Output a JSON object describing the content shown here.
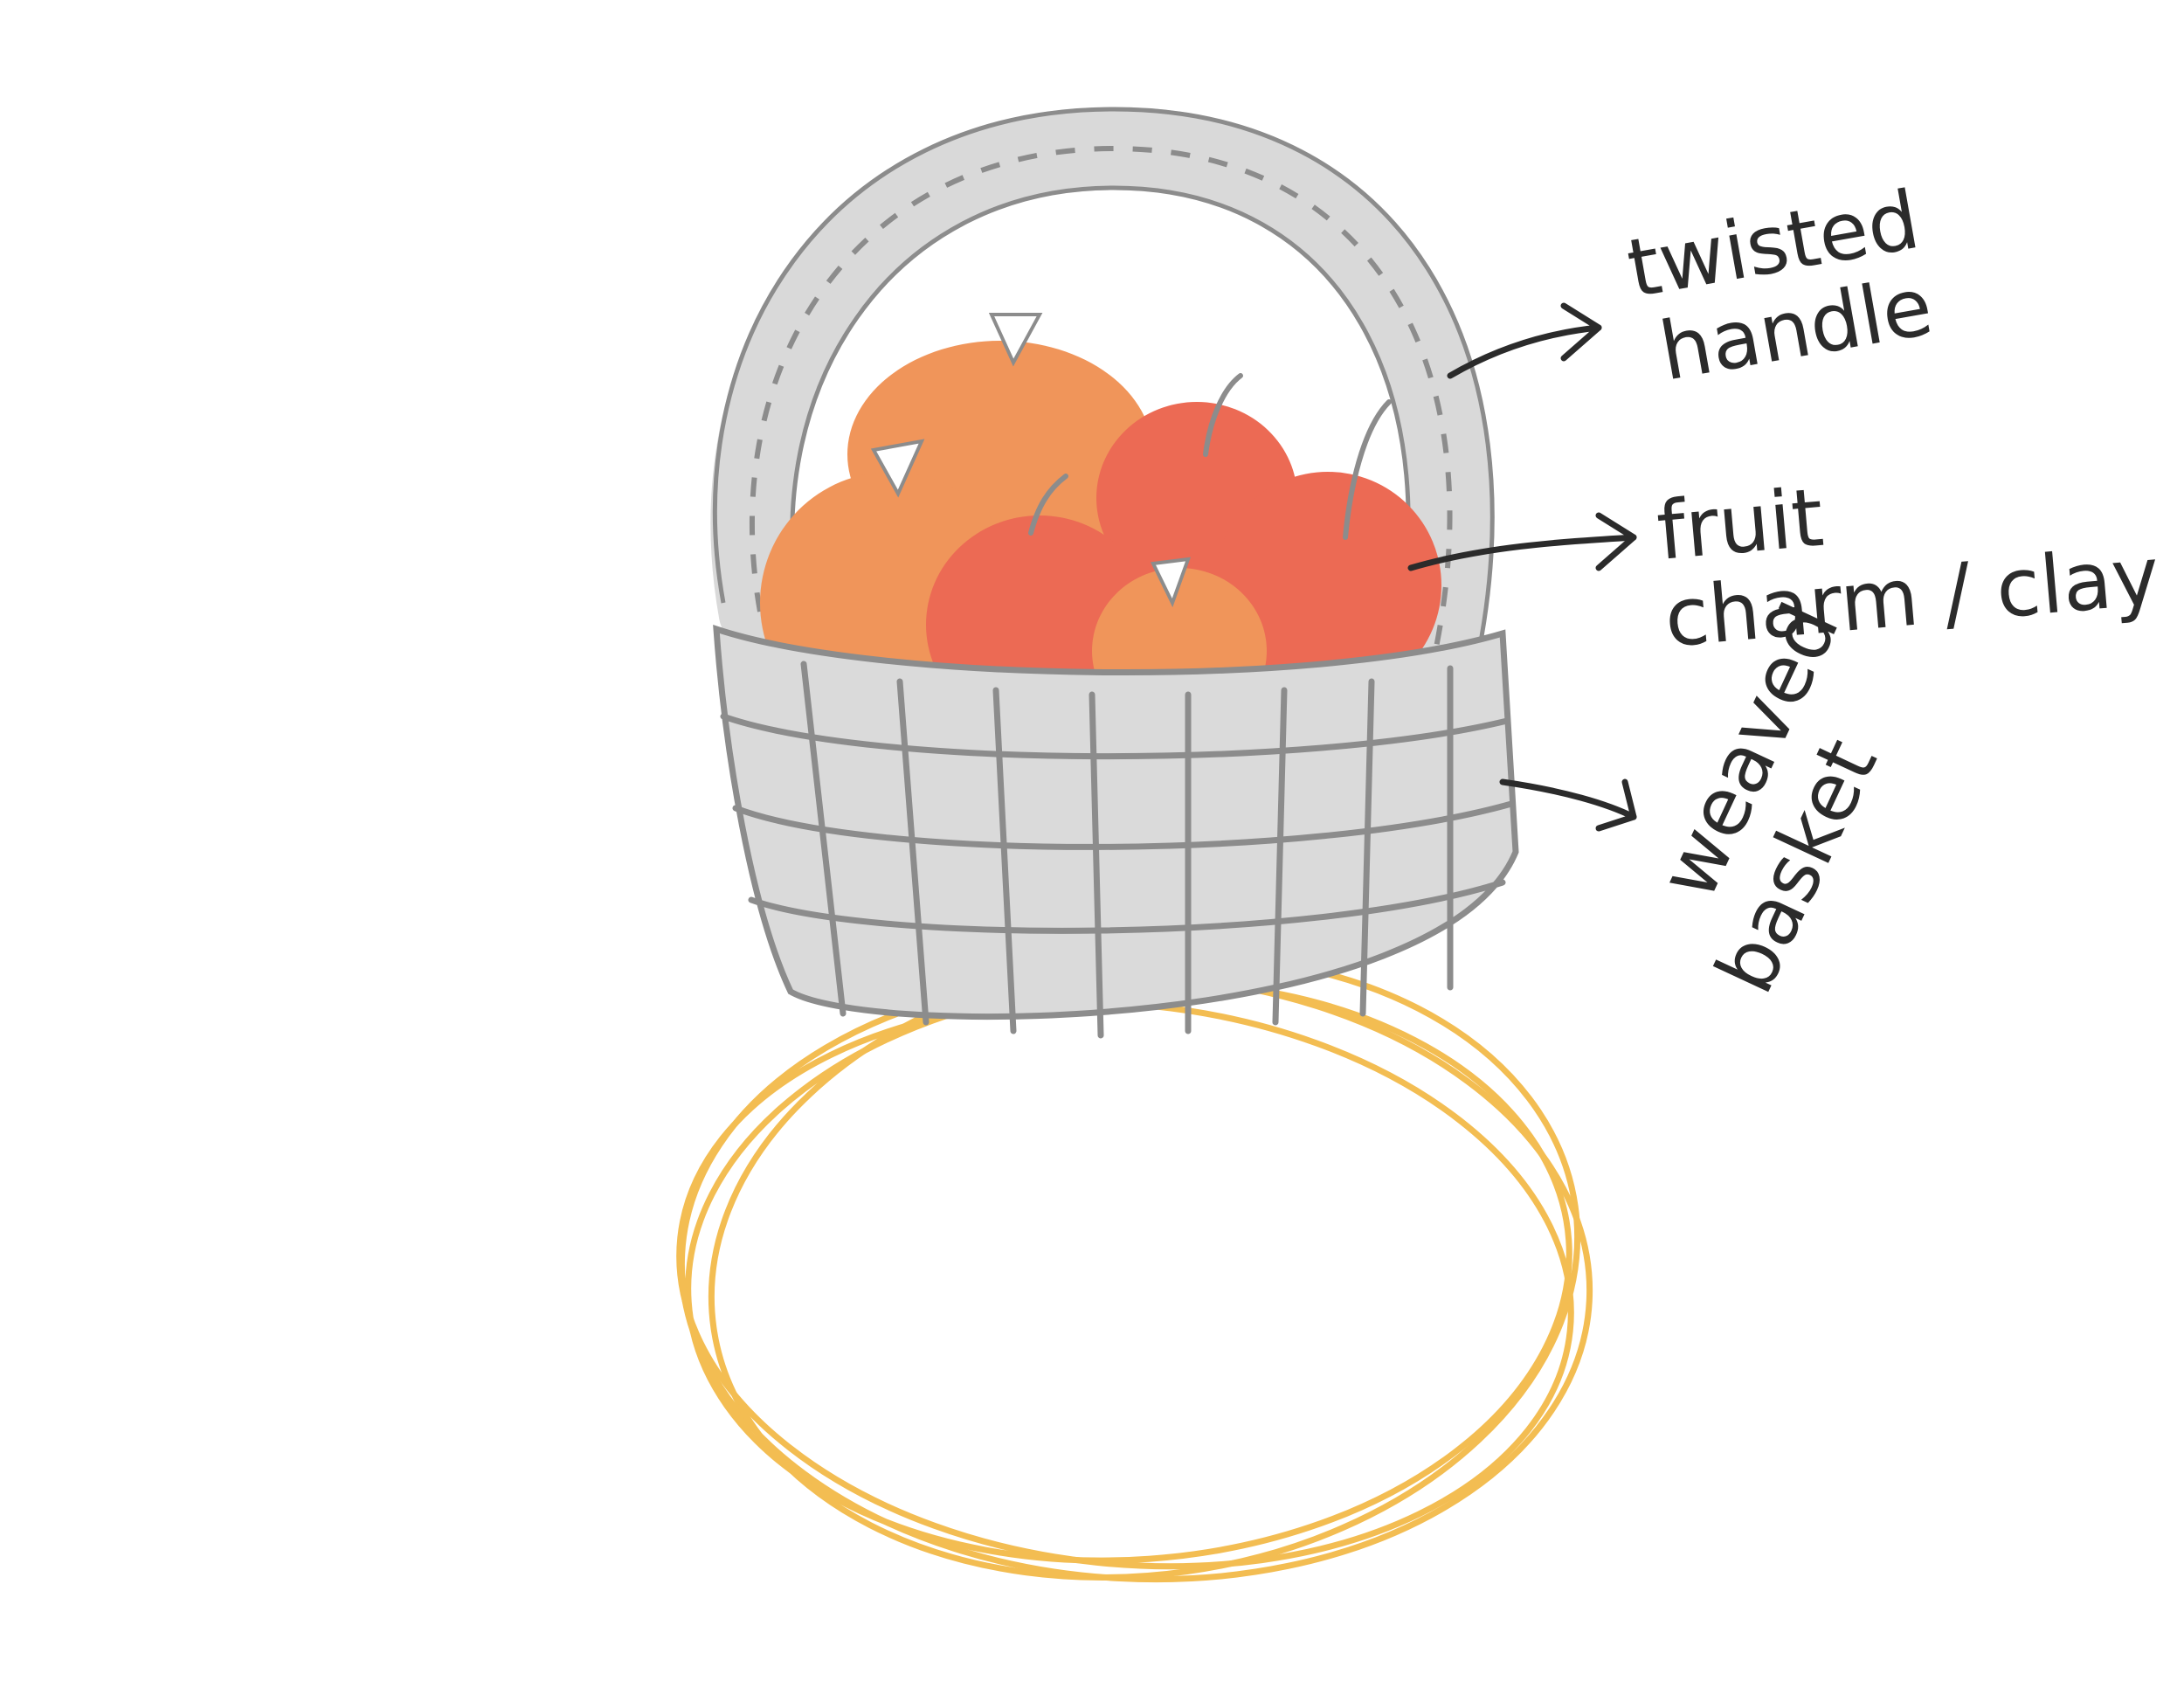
{
  "annotations": [
    {
      "id": "handle",
      "lines": [
        "twisted",
        "handle"
      ]
    },
    {
      "id": "fruit",
      "lines": [
        "fruit",
        "charm / clay"
      ]
    },
    {
      "id": "basket",
      "lines": [
        "weaved",
        "basket"
      ]
    }
  ],
  "colors": {
    "handle_fill": "#d9d9d9",
    "outline": "#8c8c8c",
    "orange_fruit": "#f0955a",
    "red_fruit": "#ec6a54",
    "ring": "#f3bd52",
    "ink": "#2b2b2b"
  }
}
